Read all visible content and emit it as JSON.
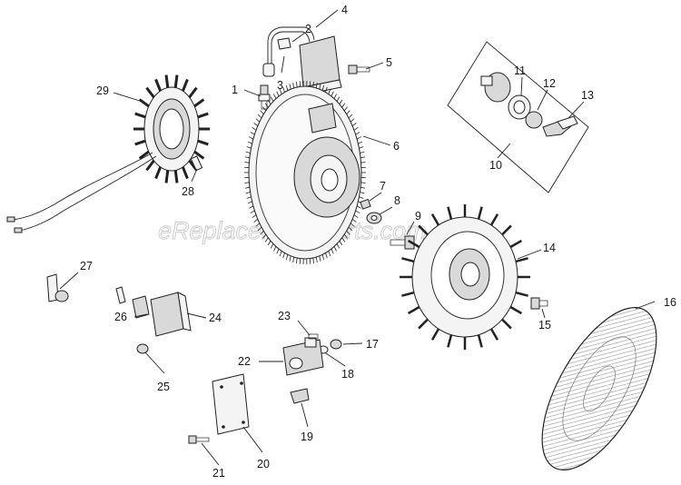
{
  "watermark": "eReplacementParts.com",
  "callouts": [
    {
      "id": "callout-1",
      "label": "1"
    },
    {
      "id": "callout-2",
      "label": "2"
    },
    {
      "id": "callout-3",
      "label": "3"
    },
    {
      "id": "callout-4",
      "label": "4"
    },
    {
      "id": "callout-5",
      "label": "5"
    },
    {
      "id": "callout-6",
      "label": "6"
    },
    {
      "id": "callout-7",
      "label": "7"
    },
    {
      "id": "callout-8",
      "label": "8"
    },
    {
      "id": "callout-9",
      "label": "9"
    },
    {
      "id": "callout-10",
      "label": "10"
    },
    {
      "id": "callout-11",
      "label": "11"
    },
    {
      "id": "callout-12",
      "label": "12"
    },
    {
      "id": "callout-13",
      "label": "13"
    },
    {
      "id": "callout-14",
      "label": "14"
    },
    {
      "id": "callout-15",
      "label": "15"
    },
    {
      "id": "callout-16",
      "label": "16"
    },
    {
      "id": "callout-17",
      "label": "17"
    },
    {
      "id": "callout-18",
      "label": "18"
    },
    {
      "id": "callout-19",
      "label": "19"
    },
    {
      "id": "callout-20",
      "label": "20"
    },
    {
      "id": "callout-21",
      "label": "21"
    },
    {
      "id": "callout-22",
      "label": "22"
    },
    {
      "id": "callout-23",
      "label": "23"
    },
    {
      "id": "callout-24",
      "label": "24"
    },
    {
      "id": "callout-25",
      "label": "25"
    },
    {
      "id": "callout-26",
      "label": "26"
    },
    {
      "id": "callout-27",
      "label": "27"
    },
    {
      "id": "callout-28",
      "label": "28"
    },
    {
      "id": "callout-29",
      "label": "29"
    }
  ]
}
